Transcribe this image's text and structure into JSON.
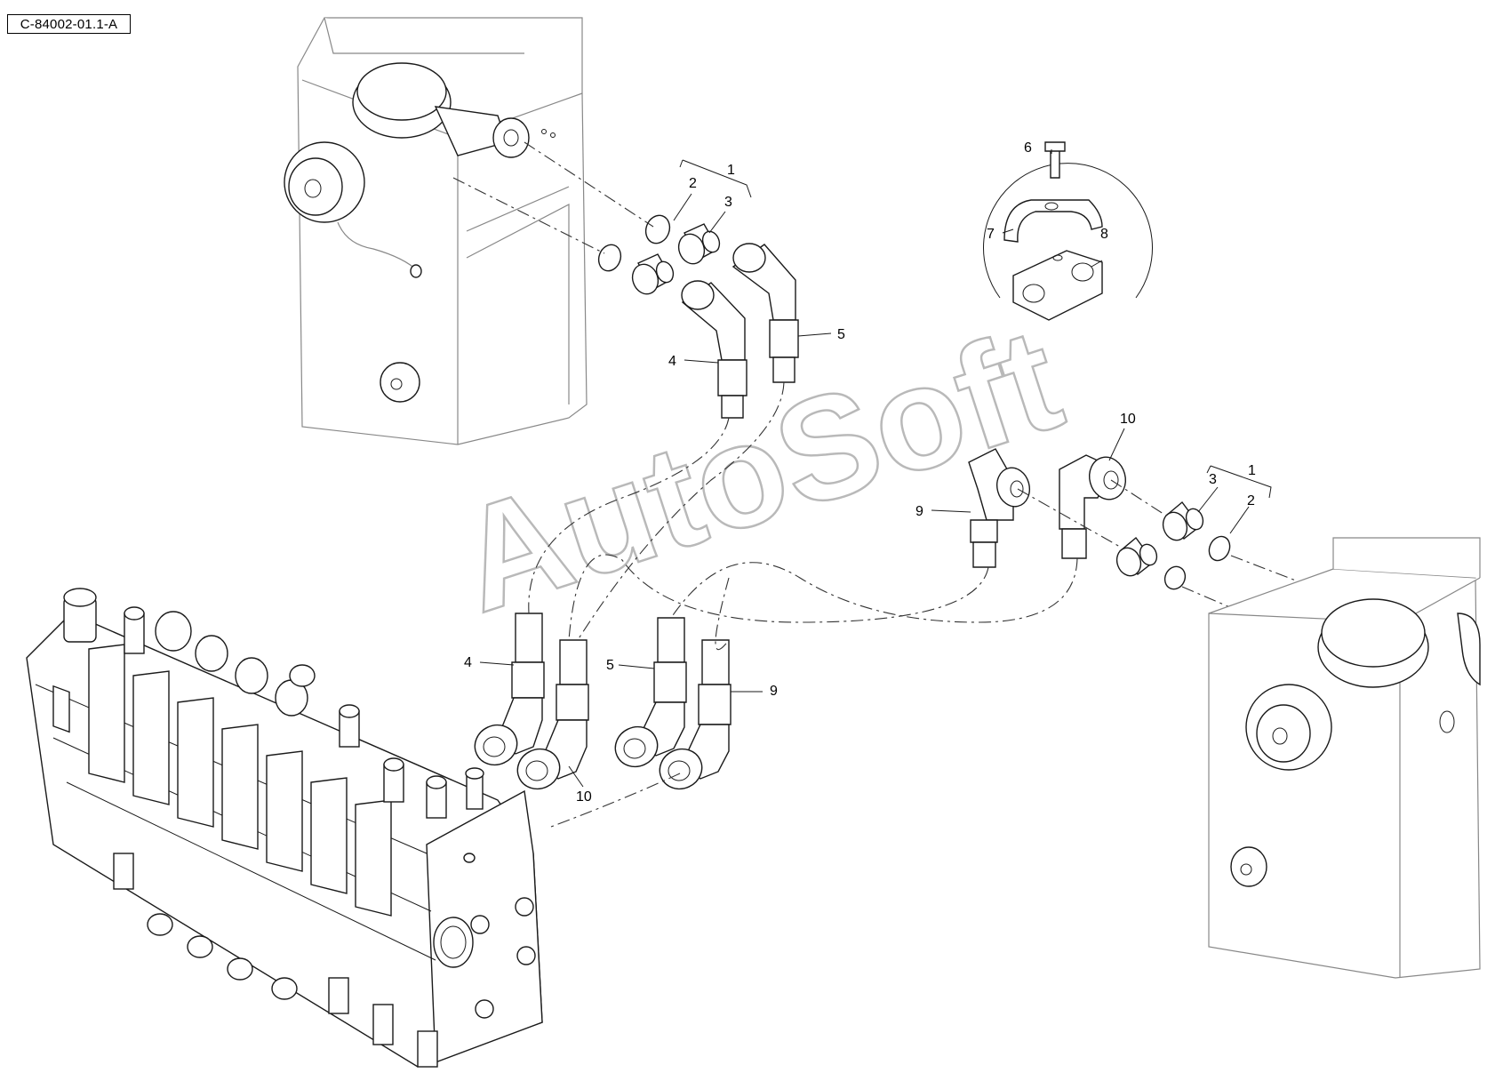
{
  "drawing_ref": "C-84002-01.1-A",
  "watermark": "AutoSoft",
  "callouts": {
    "c1a": "1",
    "c2a": "2",
    "c3a": "3",
    "c4a": "4",
    "c5a": "5",
    "c6": "6",
    "c7": "7",
    "c8": "8",
    "c10a": "10",
    "c9a": "9",
    "c1b": "1",
    "c3b": "3",
    "c2b": "2",
    "c4b": "4",
    "c5b": "5",
    "c9b": "9",
    "c10b": "10"
  }
}
